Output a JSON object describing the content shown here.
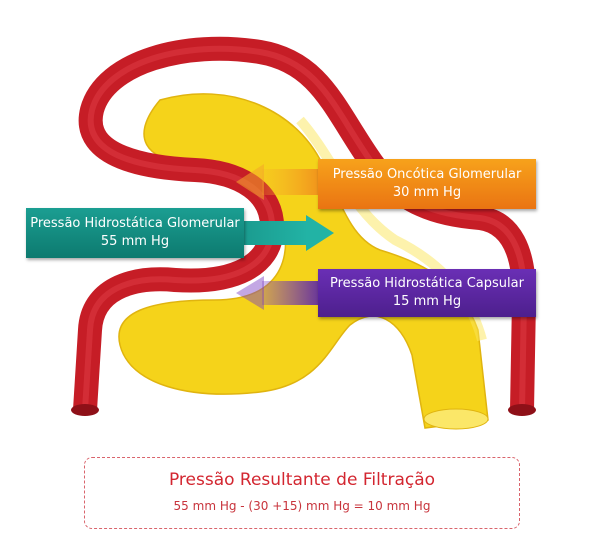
{
  "labels": {
    "oncotica_glomerular": {
      "title": "Pressão Oncótica Glomerular",
      "value": "30 mm Hg"
    },
    "hidrostatica_glomerular": {
      "title": "Pressão Hidrostática Glomerular",
      "value": "55 mm Hg"
    },
    "hidrostatica_capsular": {
      "title": "Pressão Hidrostática Capsular",
      "value": "15 mm Hg"
    }
  },
  "result": {
    "title": "Pressão Resultante de Filtração",
    "formula": "55 mm Hg - (30 +15) mm Hg = 10 mm Hg"
  },
  "colors": {
    "vessel": "#c61d26",
    "capsule": "#f5d31a",
    "oncotica": "#f28c1a",
    "hidrostatica_glomerular": "#148b80",
    "hidrostatica_capsular": "#5a27a0",
    "result_text": "#d32630"
  },
  "arrows": {
    "oncotica_glomerular": "left",
    "hidrostatica_glomerular": "right",
    "hidrostatica_capsular": "left"
  }
}
